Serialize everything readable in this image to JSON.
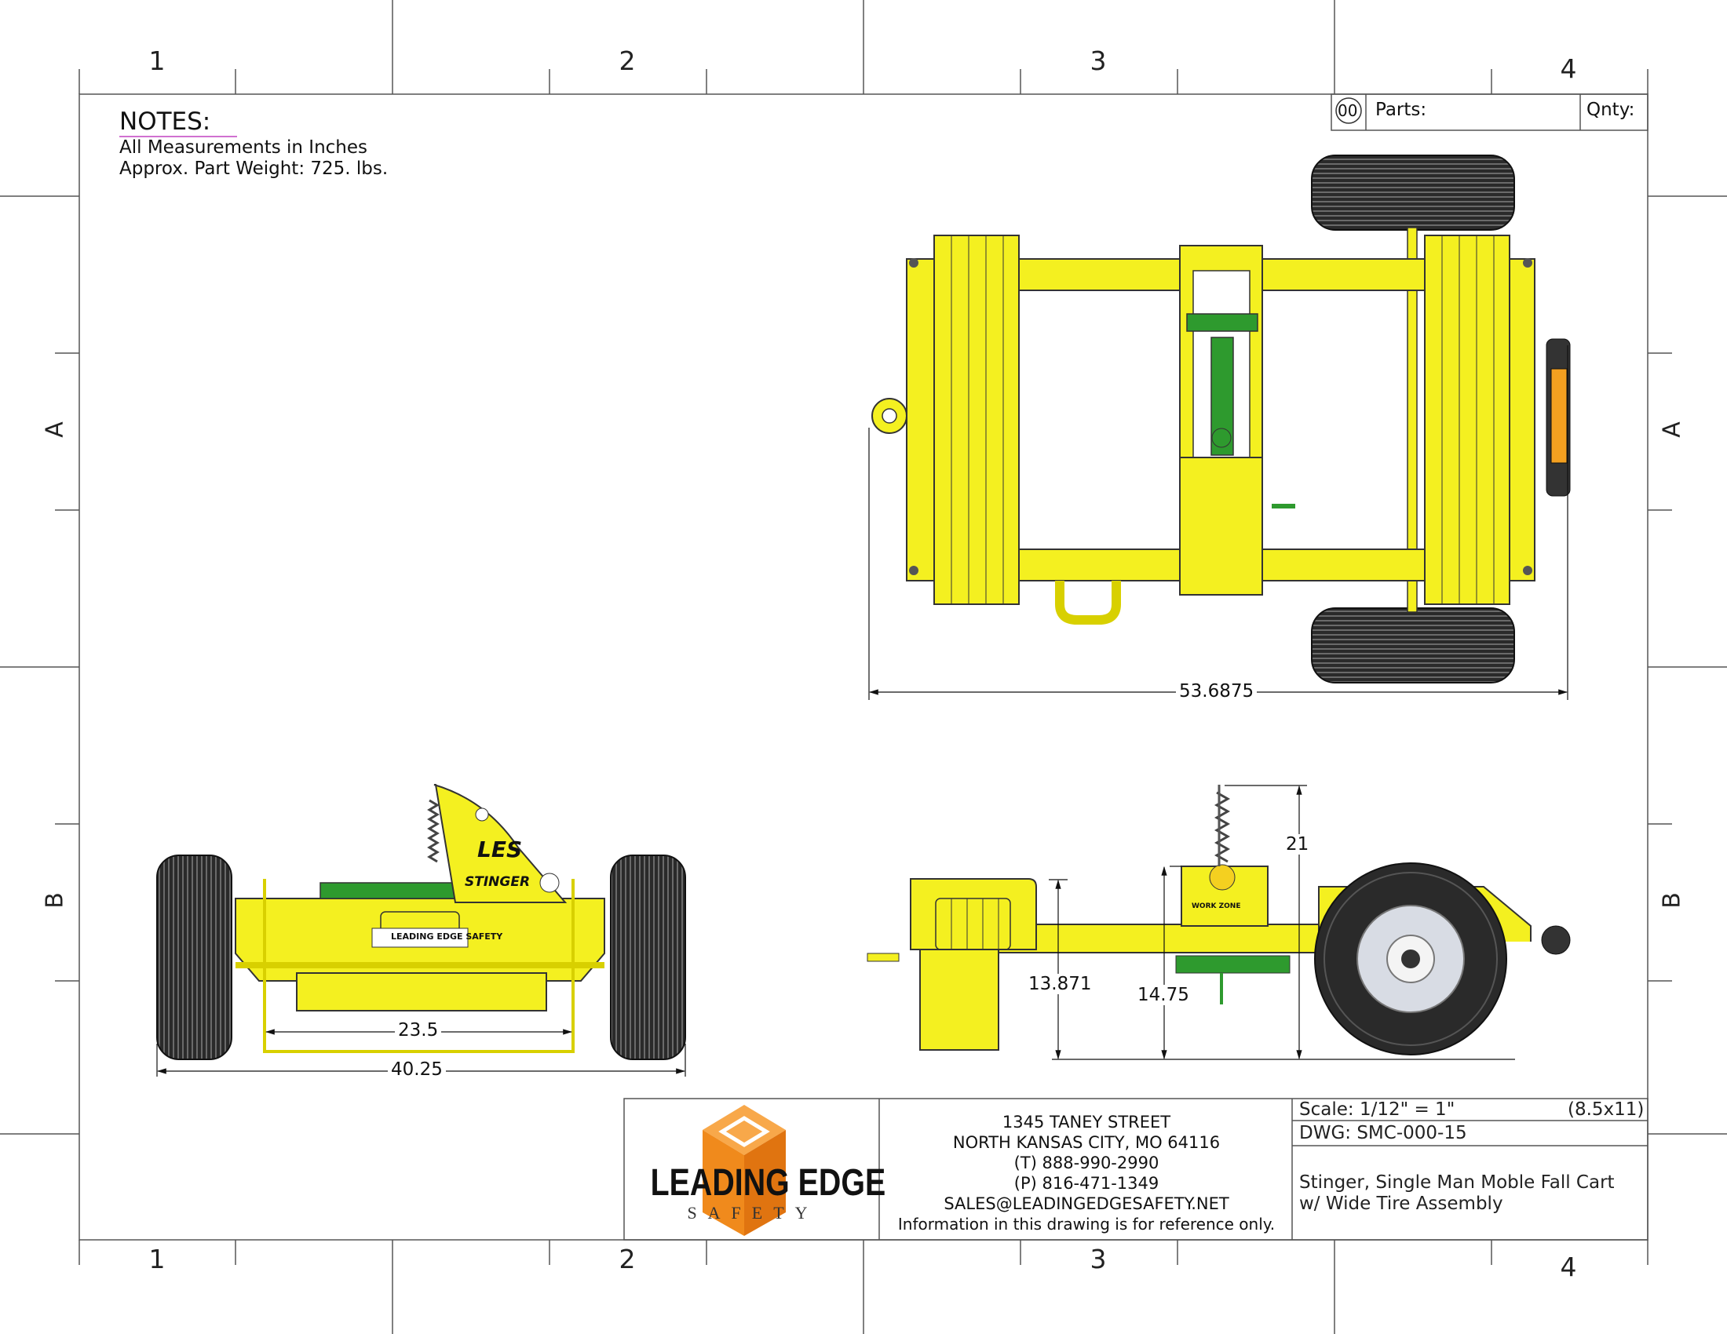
{
  "zones": {
    "columns": [
      "1",
      "2",
      "3",
      "4"
    ],
    "rows": [
      "A",
      "B"
    ]
  },
  "notes": {
    "title": "NOTES:",
    "lines": [
      "All Measurements in Inches",
      "Approx. Part Weight: 725. lbs."
    ]
  },
  "parts_header": {
    "balloon": "00",
    "parts_label": "Parts:",
    "qty_label": "Qnty:"
  },
  "dimensions": {
    "top_view_length": "53.6875",
    "front_inner_width": "23.5",
    "front_overall_width": "40.25",
    "side_height_total": "21",
    "side_height_1": "13.871",
    "side_height_2": "14.75"
  },
  "cart_labels": {
    "brand_short": "LES",
    "model": "STINGER",
    "plate": "LEADING EDGE SAFETY",
    "work_zone": "WORK ZONE"
  },
  "title_block": {
    "logo_line1": "LEADING EDGE",
    "logo_line2": "SAFETY",
    "address_lines": [
      "1345 TANEY STREET",
      "NORTH KANSAS CITY, MO 64116",
      "(T) 888-990-2990",
      "(P) 816-471-1349",
      "SALES@LEADINGEDGESAFETY.NET",
      "Information in this drawing is for reference only."
    ],
    "scale": "Scale: 1/12\" = 1\"",
    "sheet_size": "(8.5x11)",
    "dwg": "DWG: SMC-000-15",
    "description_lines": [
      "Stinger, Single Man Moble Fall Cart",
      "w/ Wide Tire Assembly"
    ]
  },
  "colors": {
    "frame_yellow": "#f4f020",
    "green": "#2e9a2e",
    "tire": "#2a2a2a",
    "logo_orange": "#f08a1c"
  }
}
